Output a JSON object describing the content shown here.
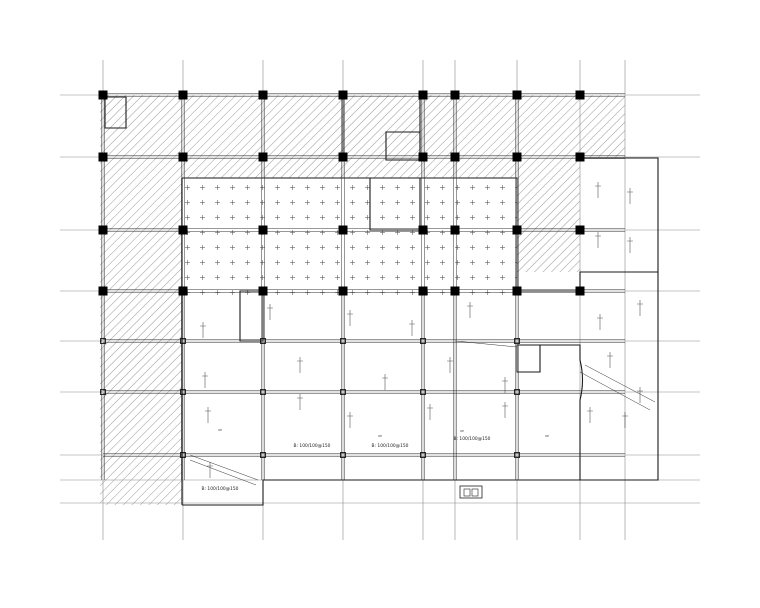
{
  "drawing": {
    "room_tags": [
      "UP",
      "UP",
      "UP",
      "UP"
    ],
    "slab_labels": [
      "B: 100/100@150",
      "B: 100/100@150",
      "B: 100/100@150",
      "B: 100/100@150"
    ],
    "hatch_color": "#555555",
    "line_color": "#1a1a1a",
    "grid_color": "#8a8a8a",
    "column_color": "#000000"
  }
}
